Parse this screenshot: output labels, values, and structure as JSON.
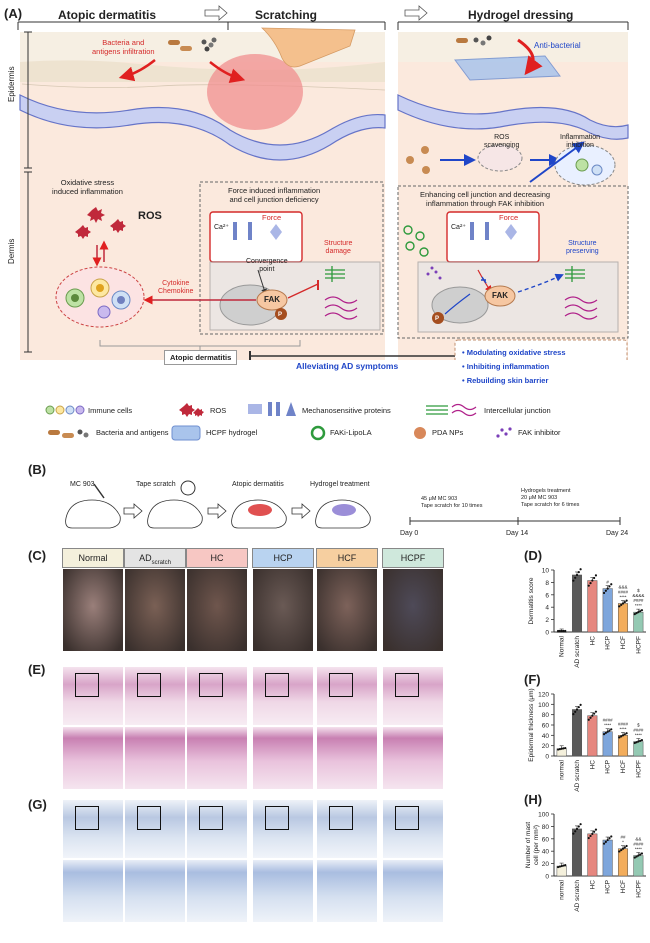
{
  "panelA": {
    "letter": "(A)",
    "stages": [
      "Atopic dermatitis",
      "Scratching",
      "Hydrogel dressing"
    ],
    "layers": [
      "Epidermis",
      "Dermis"
    ],
    "bacteria_label": "Bacteria and\nantigens infiltration",
    "antibacterial": "Anti-bacterial",
    "oxidative": "Oxidative stress\ninduced inflammation",
    "ros": "ROS",
    "cytokine": "Cytokine\nChemokine",
    "force_title": "Force induced inflammation\nand cell junction deficiency",
    "ca": "Ca²⁺",
    "force": "Force",
    "convergence": "Convergence\npoint",
    "structure_damage": "Structure\ndamage",
    "fak": "FAK",
    "p": "P",
    "ros_scavenging": "ROS\nscavenging",
    "inflammation_inhibition": "Inflammation\ninhibition",
    "enhancing": "Enhancing cell junction and decreasing\ninflammation through FAK inhibition",
    "structure_preserving": "Structure\npreserving",
    "ad_box": "Atopic dermatitis",
    "alleviating": "Alleviating AD symptoms",
    "bullets": [
      "Modulating oxidative stress",
      "Inhibiting inflammation",
      "Rebuilding skin barrier"
    ]
  },
  "legend": {
    "row1": [
      "Immune cells",
      "ROS",
      "Mechanosensitive proteins",
      "Intercellular junction"
    ],
    "row2": [
      "Bacteria and antigens",
      "HCPF hydrogel",
      "FAKi-LipoLA",
      "PDA NPs",
      "FAK inhibitor"
    ]
  },
  "panelB": {
    "letter": "(B)",
    "steps": [
      "MC 903",
      "Tape scratch",
      "Atopic dermatitis",
      "Hydrogel treatment"
    ],
    "timeline_notes": [
      "45 μM MC 903\nTape scratch for 10 times",
      "Hydrogels treatment\n20 μM MC 903\nTape scratch for 6 times"
    ],
    "days": [
      "Day 0",
      "Day 14",
      "Day 24"
    ]
  },
  "groups": [
    {
      "label": "Normal",
      "sub": "",
      "color": "#f4f0dc"
    },
    {
      "label": "AD",
      "sub": "scratch",
      "color": "#e4e4e4"
    },
    {
      "label": "HC",
      "sub": "",
      "color": "#f7c7c3"
    },
    {
      "label": "HCP",
      "sub": "",
      "color": "#b9d3f0"
    },
    {
      "label": "HCF",
      "sub": "",
      "color": "#f6cfa0"
    },
    {
      "label": "HCPF",
      "sub": "",
      "color": "#cfe8dc"
    }
  ],
  "panelLetters": {
    "C": "(C)",
    "D": "(D)",
    "E": "(E)",
    "F": "(F)",
    "G": "(G)",
    "H": "(H)"
  },
  "chart_data": [
    {
      "type": "bar",
      "panel": "(D)",
      "categories": [
        "Normal",
        "AD scratch",
        "HC",
        "HCP",
        "HCF",
        "HCPF"
      ],
      "values": [
        0,
        9.2,
        8.3,
        7.0,
        4.6,
        3.2
      ],
      "ylabel": "Dermatitis score",
      "ylim": [
        0,
        10
      ],
      "yticks": [
        0,
        2,
        4,
        6,
        8,
        10
      ],
      "colors": [
        "#f4f0dc",
        "#5a5a5a",
        "#e6877f",
        "#7ea6dc",
        "#f3ad5c",
        "#94c9b3"
      ],
      "annotations": [
        "",
        "",
        "",
        "#",
        "&&&\n####\n****",
        "$\n&&&&\n####\n****"
      ]
    },
    {
      "type": "bar",
      "panel": "(F)",
      "categories": [
        "normal",
        "AD scratch",
        "HC",
        "HCP",
        "HCF",
        "HCPF"
      ],
      "values": [
        14,
        90,
        78,
        47,
        40,
        28
      ],
      "ylabel": "Epidermal thickness (μm)",
      "ylim": [
        0,
        120
      ],
      "yticks": [
        0,
        20,
        40,
        60,
        80,
        100,
        120
      ],
      "colors": [
        "#f4f0dc",
        "#5a5a5a",
        "#e6877f",
        "#7ea6dc",
        "#f3ad5c",
        "#94c9b3"
      ],
      "annotations": [
        "",
        "",
        "",
        "####\n****",
        "####\n****",
        "$\n####\n****"
      ]
    },
    {
      "type": "bar",
      "panel": "(H)",
      "categories": [
        "normal",
        "AD scratch",
        "HC",
        "HCP",
        "HCF",
        "HCPF"
      ],
      "values": [
        16,
        76,
        68,
        58,
        44,
        33
      ],
      "ylabel": "Number of mast\ncell (per mm²)",
      "ylim": [
        0,
        100
      ],
      "yticks": [
        0,
        20,
        40,
        60,
        80,
        100
      ],
      "colors": [
        "#f4f0dc",
        "#5a5a5a",
        "#e6877f",
        "#7ea6dc",
        "#f3ad5c",
        "#94c9b3"
      ],
      "annotations": [
        "",
        "",
        "",
        "",
        "##\n*",
        "&&\n####\n****"
      ]
    }
  ]
}
